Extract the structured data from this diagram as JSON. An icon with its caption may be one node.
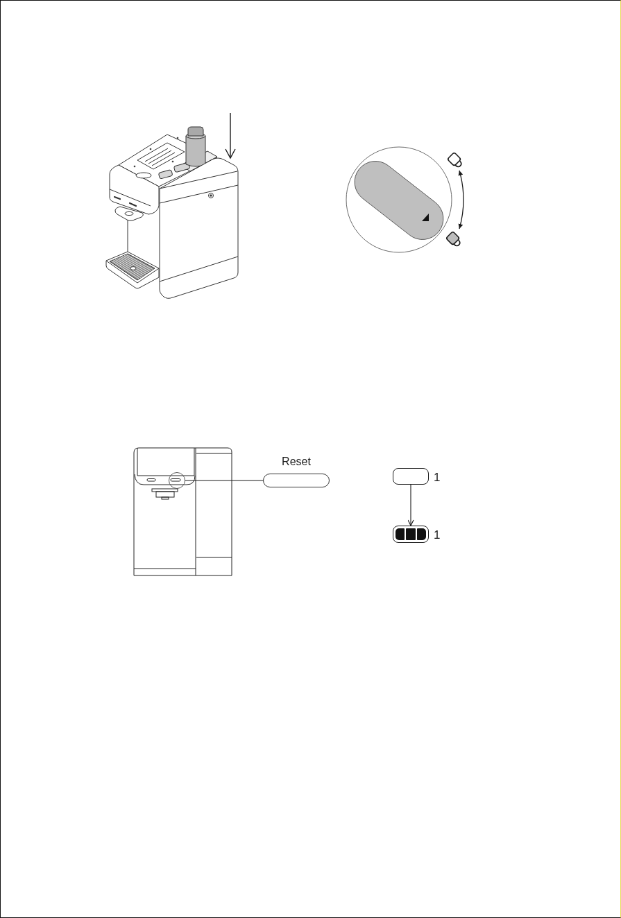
{
  "diagram": {
    "nodes": [
      {
        "text": [],
        "shape": "circle"
      },
      {
        "text": [
          "Reset"
        ]
      },
      {
        "text": [],
        "shape": "box",
        "beside": [
          "1"
        ]
      },
      {
        "text": [],
        "shape": "box",
        "beside": [
          "1"
        ]
      }
    ],
    "edges": [
      {
        "from": 0,
        "to": 1,
        "arrow": "none"
      },
      {
        "from": 2,
        "to": 3,
        "arrow": "to"
      }
    ]
  }
}
